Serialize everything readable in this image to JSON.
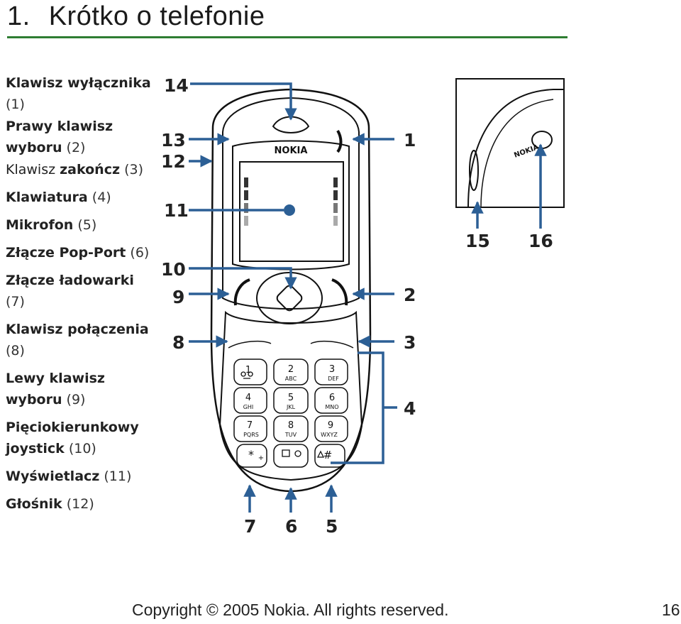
{
  "header": {
    "number": "1.",
    "title": "Krótko o telefonie"
  },
  "legend": [
    {
      "name": "Klawisz wyłącznika",
      "num": "(1)"
    },
    {
      "name": "Prawy klawisz wyboru",
      "num": "(2)"
    },
    {
      "name": "Klawisz zakończ",
      "num": "(3)"
    },
    {
      "name": "Klawiatura",
      "num": "(4)"
    },
    {
      "name": "Mikrofon",
      "num": "(5)"
    },
    {
      "name": "Złącze Pop-Port",
      "num": "(6)"
    },
    {
      "name": "Złącze ładowarki",
      "num": "(7)"
    },
    {
      "name": "Klawisz połączenia",
      "num": "(8)"
    },
    {
      "name": "Lewy klawisz wyboru",
      "num": "(9)"
    },
    {
      "name": "Pięciokierunkowy joystick",
      "num": "(10)"
    },
    {
      "name": "Wyświetlacz",
      "num": "(11)"
    },
    {
      "name": "Głośnik",
      "num": "(12)"
    }
  ],
  "legend_split": {
    "prefix_2": "Klawisz ",
    "word_2": "zakończ"
  },
  "figure": {
    "brand": "NOKIA",
    "callouts": {
      "c1": "1",
      "c2": "2",
      "c3": "3",
      "c4": "4",
      "c5": "5",
      "c6": "6",
      "c7": "7",
      "c8": "8",
      "c9": "9",
      "c10": "10",
      "c11": "11",
      "c12": "12",
      "c13": "13",
      "c14": "14",
      "c15": "15",
      "c16": "16"
    },
    "keys": {
      "k1": "1",
      "k2": "2",
      "k2s": "ABC",
      "k3": "3",
      "k3s": "DEF",
      "k4": "4",
      "k4s": "GHI",
      "k5": "5",
      "k5s": "JKL",
      "k6": "6",
      "k6s": "MNO",
      "k7": "7",
      "k7s": "PQRS",
      "k8": "8",
      "k8s": "TUV",
      "k9": "9",
      "k9s": "WXYZ",
      "kstar": "*",
      "kstars": "+",
      "khash": "#"
    },
    "accent": "#2c5f95"
  },
  "footer": {
    "copyright": "Copyright © 2005 Nokia. All rights reserved.",
    "page": "16"
  }
}
